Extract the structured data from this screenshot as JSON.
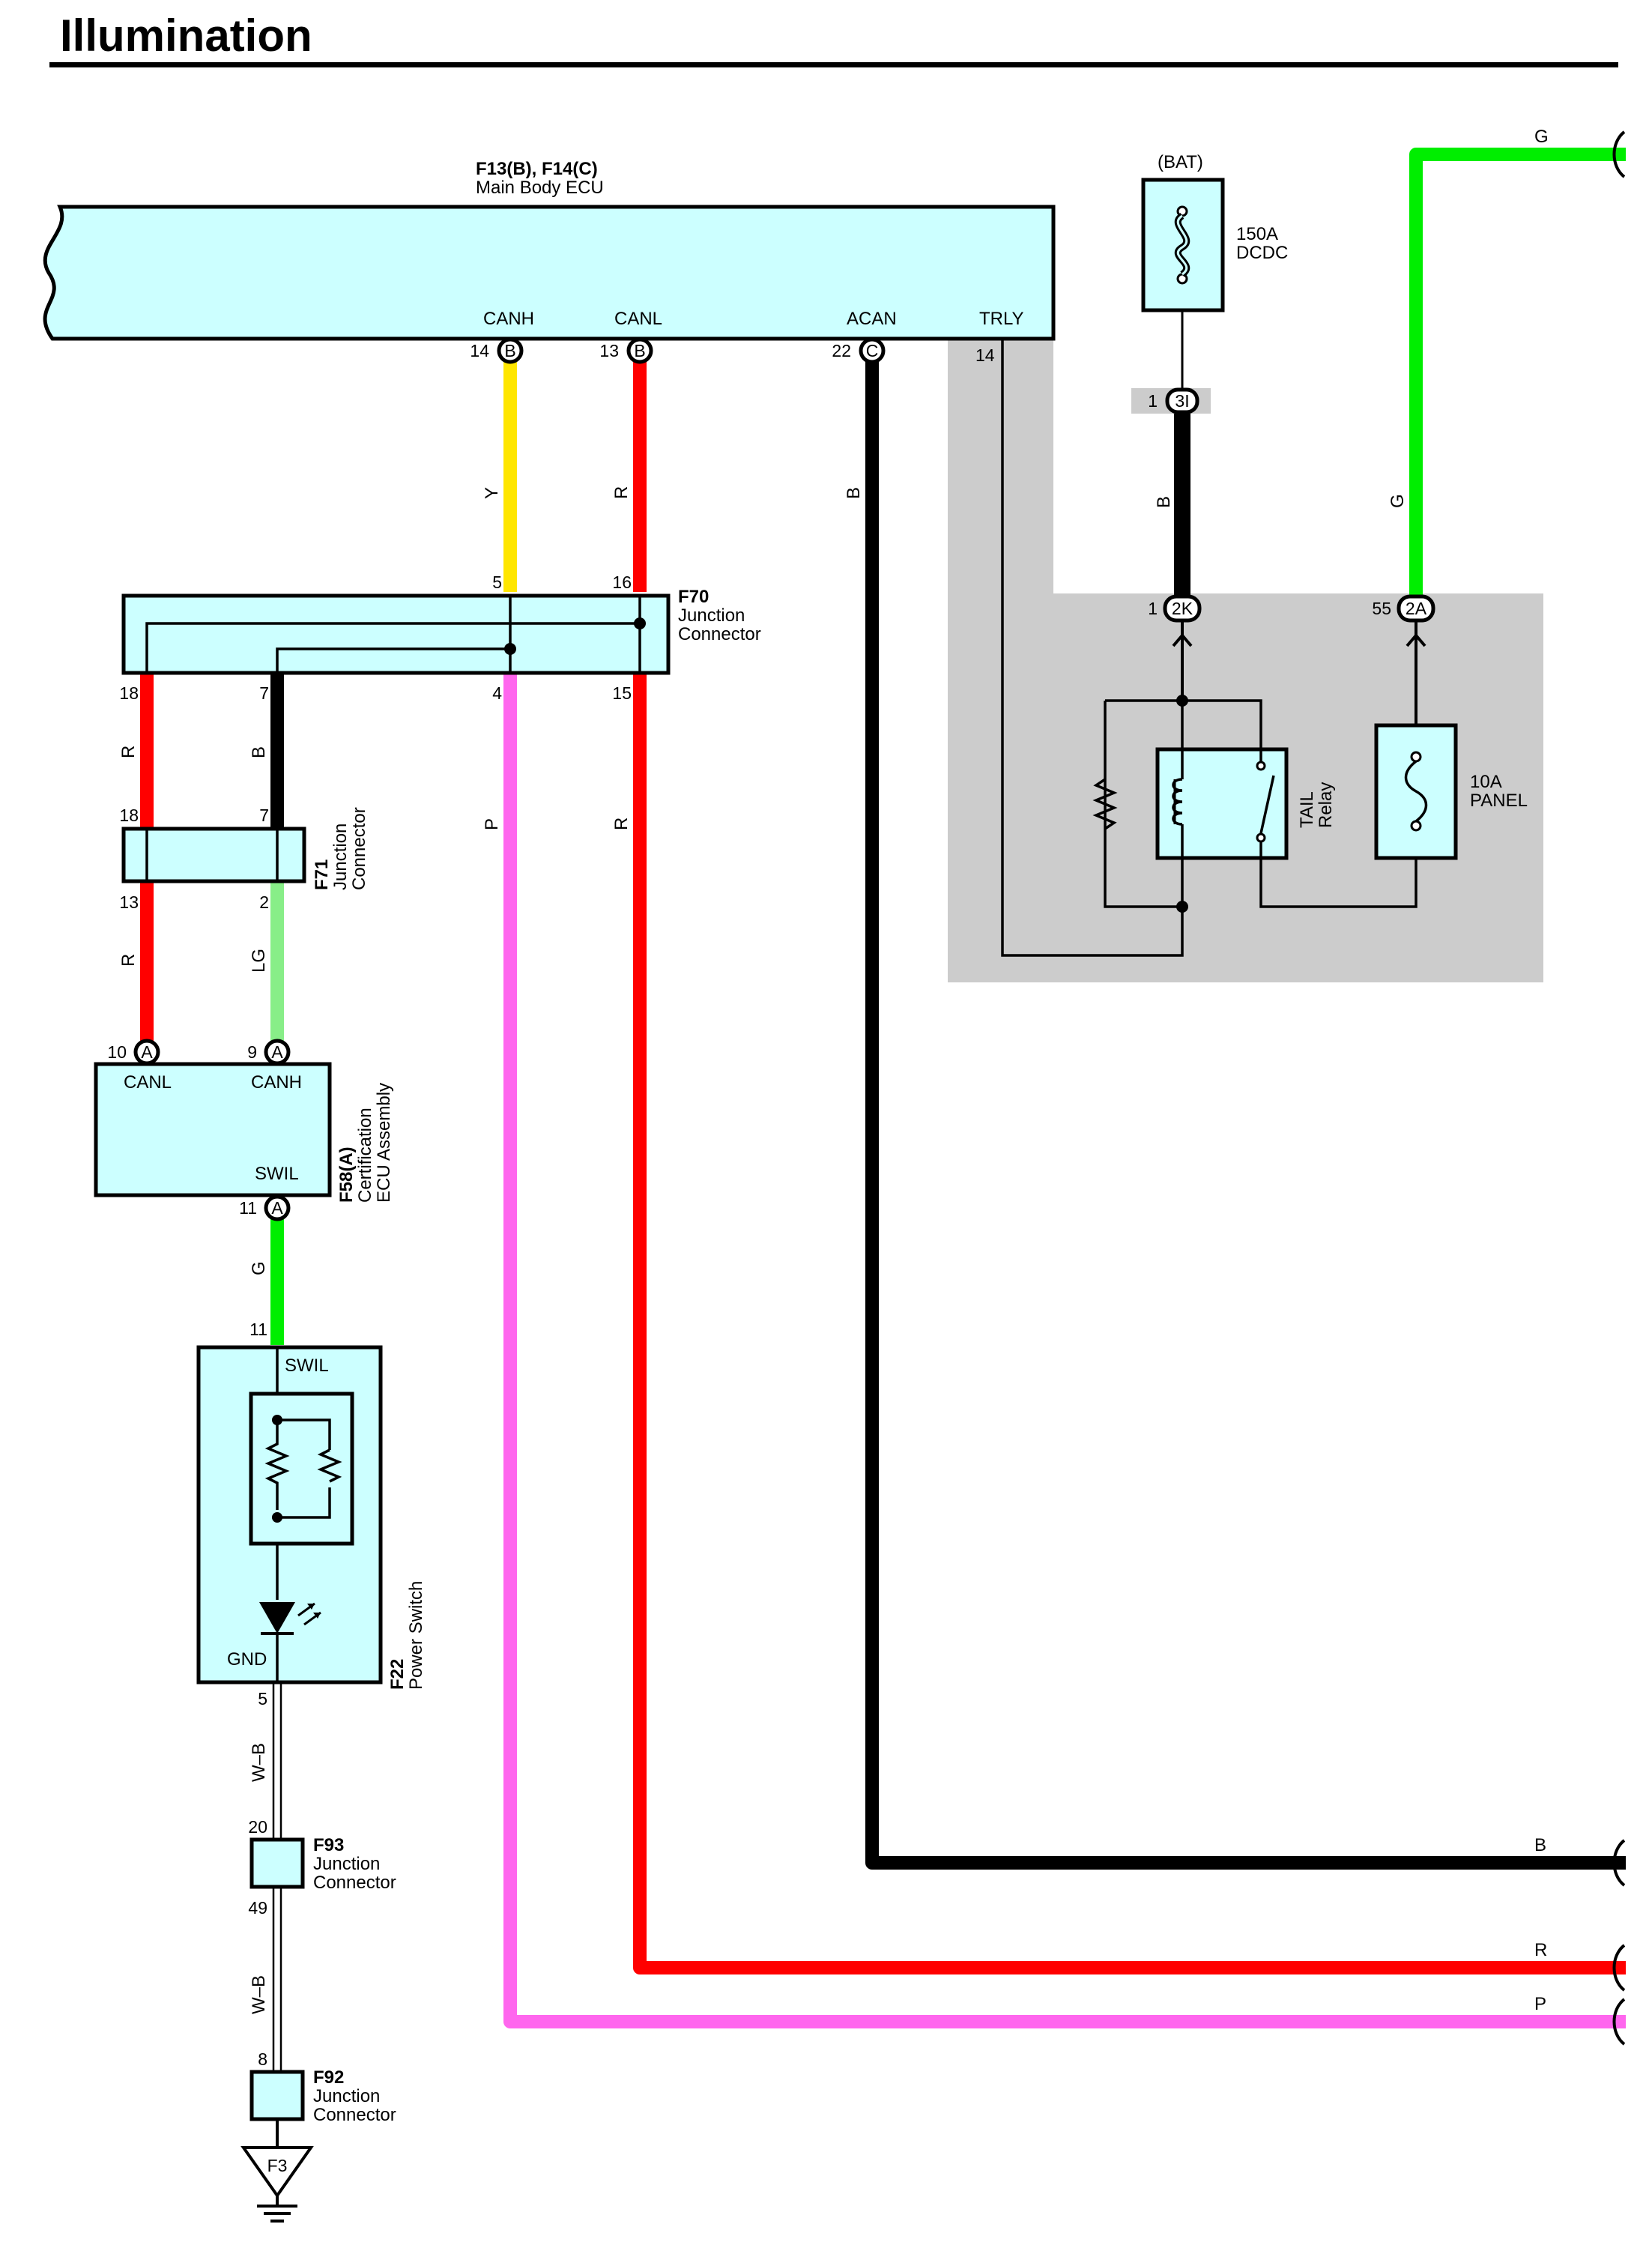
{
  "title": "Illumination",
  "colors": {
    "Y": "#ffe600",
    "R": "#ff0000",
    "B": "#000000",
    "G": "#00ee00",
    "LG": "#88ee88",
    "P": "#ff66ee",
    "box": "#ccffff",
    "shade": "#cccccc"
  },
  "main_ecu": {
    "code": "F13(B), F14(C)",
    "name": "Main Body ECU",
    "terminals": {
      "canh": "CANH",
      "canl": "CANL",
      "acan": "ACAN",
      "trly": "TRLY"
    },
    "pins": {
      "canh": "14",
      "canl": "13",
      "acan": "22",
      "trly": "14"
    },
    "sockets": {
      "canh": "B",
      "canl": "B",
      "acan": "C"
    }
  },
  "fuse_dcdc": {
    "source": "(BAT)",
    "rating": "150A",
    "name": "DCDC"
  },
  "connector_3i": {
    "pin": "1",
    "id": "3I"
  },
  "connector_2k": {
    "pin": "1",
    "id": "2K"
  },
  "connector_2a": {
    "pin": "55",
    "id": "2A"
  },
  "tail_relay": {
    "line1": "TAIL",
    "line2": "Relay"
  },
  "fuse_panel": {
    "rating": "10A",
    "name": "PANEL"
  },
  "f70": {
    "code": "F70",
    "line1": "Junction",
    "line2": "Connector",
    "pins": {
      "top_y": "5",
      "top_r": "16",
      "bot_r1": "18",
      "bot_b": "7",
      "bot_p": "4",
      "bot_r2": "15"
    }
  },
  "f71": {
    "code": "F71",
    "line1": "Junction",
    "line2": "Connector",
    "pins": {
      "top_r": "18",
      "top_b": "7",
      "bot_r": "13",
      "bot_lg": "2"
    }
  },
  "f58": {
    "code": "F58(A)",
    "line1": "Certification",
    "line2": "ECU Assembly",
    "terminals": {
      "canl": "CANL",
      "canh": "CANH",
      "swil": "SWIL"
    },
    "pins": {
      "canl": "10",
      "canh": "9",
      "swil": "11"
    },
    "socket": "A"
  },
  "f22": {
    "code": "F22",
    "name": "Power Switch",
    "terminals": {
      "swil": "SWIL",
      "gnd": "GND"
    },
    "pins": {
      "swil": "11",
      "gnd": "5"
    }
  },
  "f93": {
    "code": "F93",
    "line1": "Junction",
    "line2": "Connector",
    "pins": {
      "top": "20",
      "bot": "49"
    }
  },
  "f92": {
    "code": "F92",
    "line1": "Junction",
    "line2": "Connector",
    "pins": {
      "top": "8"
    }
  },
  "ground": {
    "id": "F3"
  },
  "wires": {
    "y": "Y",
    "r_canl": "R",
    "b_acan": "B",
    "b_relay": "B",
    "g_panel": "G",
    "r_left1": "R",
    "b_left": "B",
    "r_left2": "R",
    "lg": "LG",
    "p": "P",
    "r_right": "R",
    "g_f22": "G",
    "wb1": "W–B",
    "wb2": "W–B",
    "out_g": "G",
    "out_b": "B",
    "out_r": "R",
    "out_p": "P"
  }
}
